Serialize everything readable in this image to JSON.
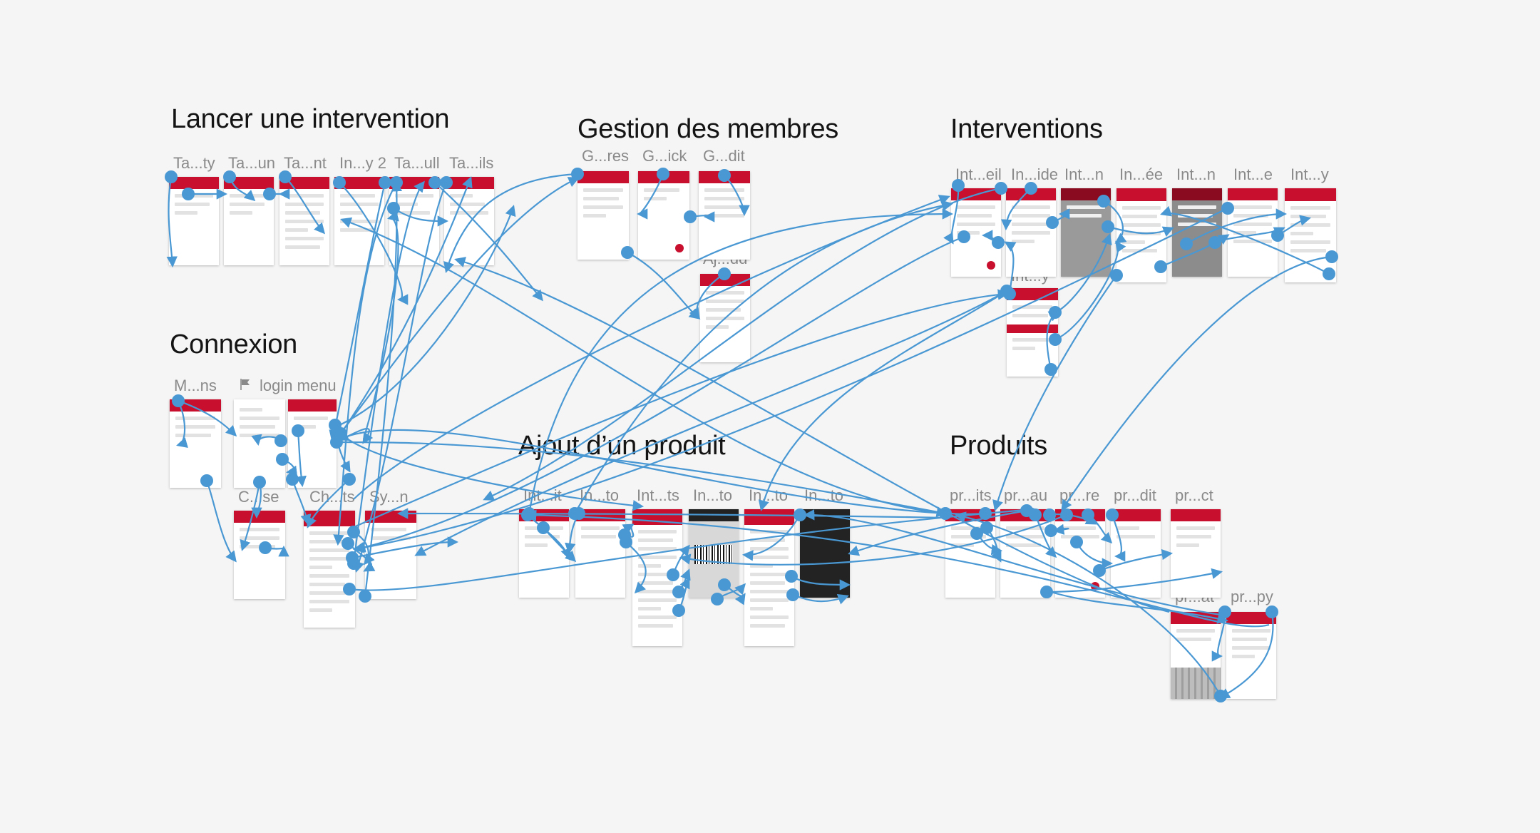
{
  "sections": [
    {
      "id": "lancer",
      "title": "Lancer une intervention"
    },
    {
      "id": "gestion",
      "title": "Gestion des membres"
    },
    {
      "id": "interventions",
      "title": "Interventions"
    },
    {
      "id": "connexion",
      "title": "Connexion"
    },
    {
      "id": "ajout",
      "title": "Ajout d’un produit"
    },
    {
      "id": "produits",
      "title": "Produits"
    }
  ],
  "frames": [
    {
      "label": "Ta...ty"
    },
    {
      "label": "Ta...un"
    },
    {
      "label": "Ta...nt"
    },
    {
      "label": "In...y 2"
    },
    {
      "label": "Ta...ull"
    },
    {
      "label": "Ta...ils"
    },
    {
      "label": "G...res"
    },
    {
      "label": "G...ick"
    },
    {
      "label": "G...dit"
    },
    {
      "label": "Aj...dd"
    },
    {
      "label": "Int...eil"
    },
    {
      "label": "In...ide"
    },
    {
      "label": "Int...n"
    },
    {
      "label": "In...ée"
    },
    {
      "label": "Int...n"
    },
    {
      "label": "Int...e"
    },
    {
      "label": "Int...y"
    },
    {
      "label": "Int...y"
    },
    {
      "label": "M...ns"
    },
    {
      "label": "login menu"
    },
    {
      "label": "C...se"
    },
    {
      "label": "Ch...ts"
    },
    {
      "label": "Sy...n"
    },
    {
      "label": "Int...it"
    },
    {
      "label": "In...to"
    },
    {
      "label": "Int...ts"
    },
    {
      "label": "In...to"
    },
    {
      "label": "In...to"
    },
    {
      "label": "In...to"
    },
    {
      "label": "pr...its"
    },
    {
      "label": "pr...au"
    },
    {
      "label": "pr...re"
    },
    {
      "label": "pr...dit"
    },
    {
      "label": "pr...ct"
    },
    {
      "label": "pr...at"
    },
    {
      "label": "pr...py"
    }
  ],
  "colors": {
    "background": "#f5f5f5",
    "accent": "#c8102e",
    "connector": "#4a98d3",
    "frame_label": "#8a8a8a",
    "title": "#141414"
  },
  "icons": {
    "login_menu_flag": "flag-icon",
    "connection_start": "start-point-icon",
    "connection_end": "arrowhead-icon"
  }
}
